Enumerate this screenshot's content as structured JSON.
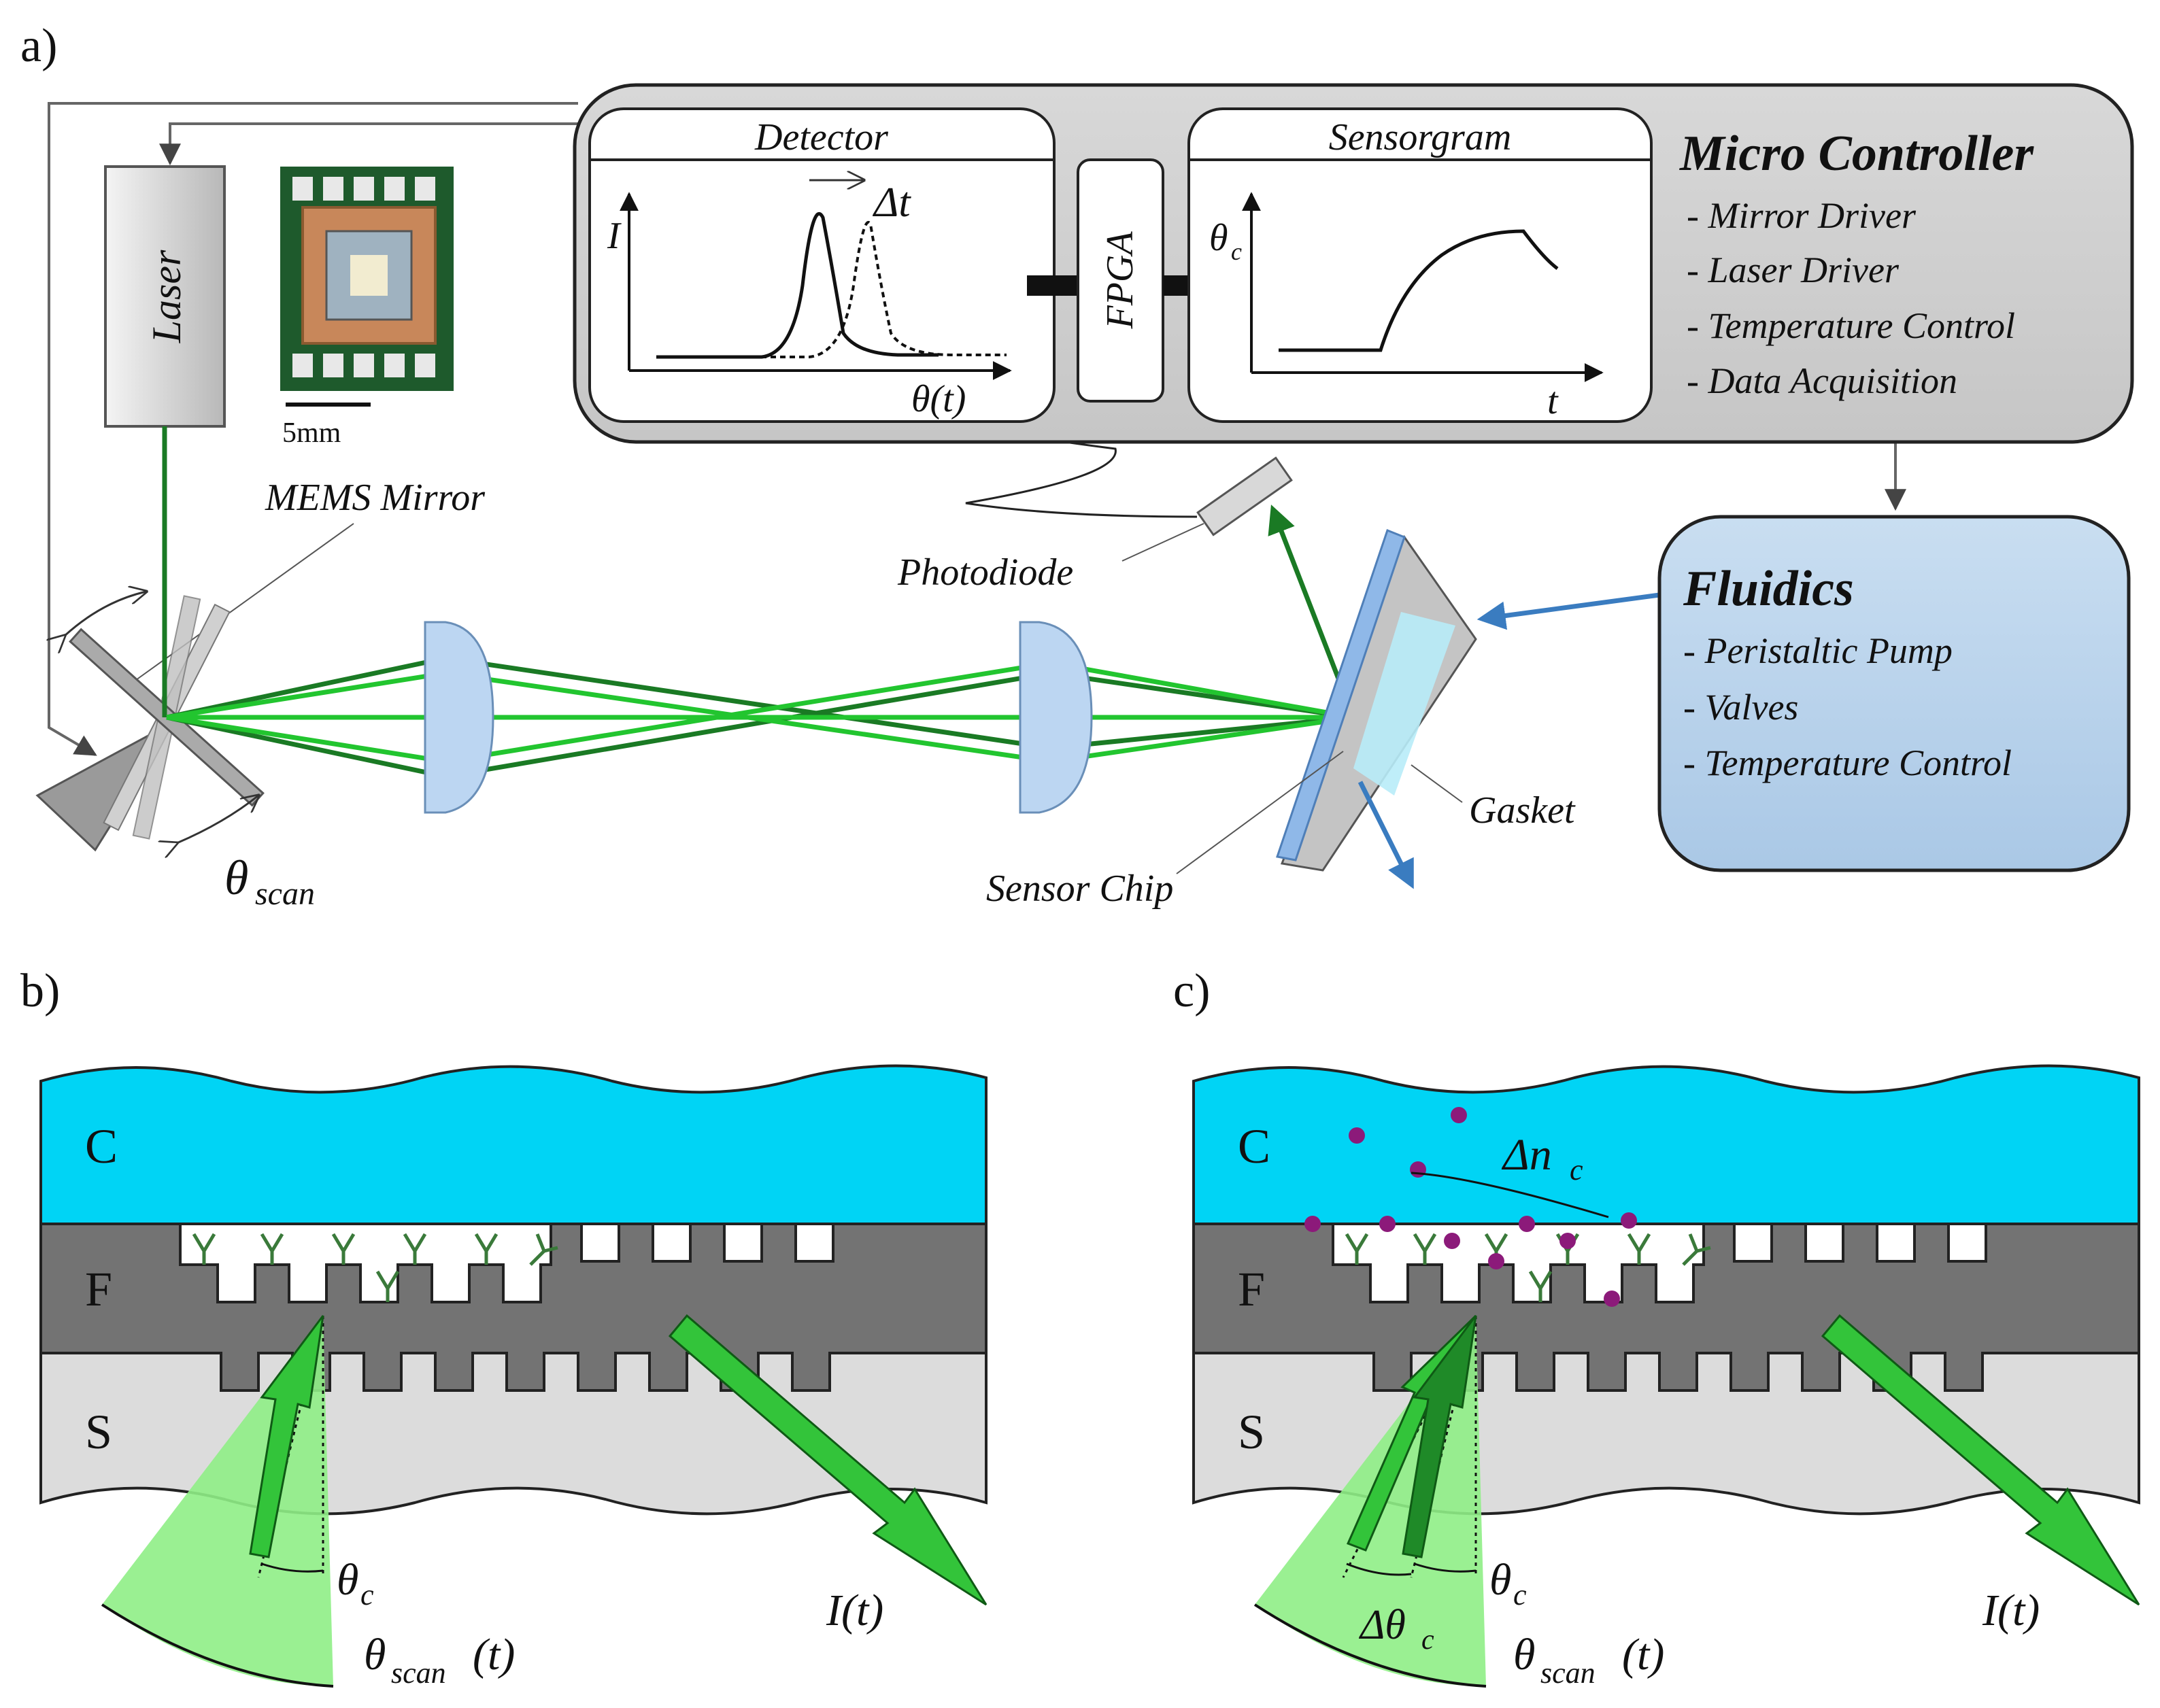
{
  "panels": {
    "a": "a)",
    "b": "b)",
    "c": "c)"
  },
  "laser_label": "Laser",
  "scale_bar_label": "5mm",
  "mems_label": "MEMS Mirror",
  "theta_scan_label": "θ",
  "theta_scan_sub": "scan",
  "photodiode_label": "Photodiode",
  "sensor_chip_label": "Sensor Chip",
  "gasket_label": "Gasket",
  "detector": {
    "title": "Detector",
    "y_label": "I",
    "x_label": "θ(t)",
    "shift_label": "Δt"
  },
  "fpga_label": "FPGA",
  "sensorgram": {
    "title": "Sensorgram",
    "y_label": "θ",
    "y_sub": "c",
    "x_label": "t"
  },
  "micro_controller": {
    "title": "Micro Controller",
    "items": [
      "- Mirror Driver",
      "- Laser Driver",
      "- Temperature Control",
      "- Data Acquisition"
    ]
  },
  "fluidics": {
    "title": "Fluidics",
    "items": [
      "- Peristaltic Pump",
      "- Valves",
      "- Temperature Control"
    ]
  },
  "layers": {
    "cover": "C",
    "film": "F",
    "substrate": "S"
  },
  "theta_c": "θ",
  "theta_c_sub": "c",
  "theta_scan_t": "θ",
  "theta_scan_t_sub": "scan",
  "theta_scan_t_suffix": "(t)",
  "intensity_label": "I(t)",
  "delta_n": "Δn",
  "delta_n_sub": "c",
  "delta_theta": "Δθ",
  "delta_theta_sub": "c",
  "colors": {
    "water": "#00d4f5",
    "film": "#737373",
    "substrate": "#dcdcdc",
    "beam_light": "#22c52f",
    "beam_dark": "#1a7a24",
    "cone": "#8fee86",
    "box_gray": "#cfcfcf",
    "fluidics_blue": "#b8d4ec",
    "lens_blue": "#bcd6f2",
    "particle": "#8c1a7a"
  }
}
